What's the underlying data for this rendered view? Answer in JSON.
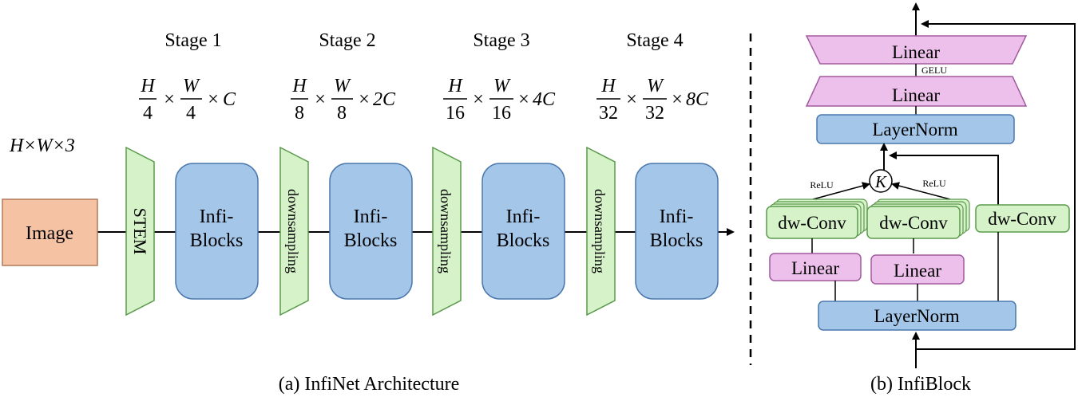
{
  "colors": {
    "image_fill": "#f5c2a4",
    "green_fill": "#d6f2c8",
    "green_stroke": "#5a9a4c",
    "blue_fill": "#a4c6e8",
    "blue_stroke": "#4a78ae",
    "pink_fill": "#ecc0ea",
    "pink_stroke": "#a25aa0"
  },
  "architecture": {
    "input_dims": "H×W×3",
    "image_label": "Image",
    "stem_label": "STEM",
    "stages": [
      {
        "title": "Stage 1",
        "h_den": "4",
        "w_den": "4",
        "channels": "C"
      },
      {
        "title": "Stage 2",
        "h_den": "8",
        "w_den": "8",
        "channels": "2C"
      },
      {
        "title": "Stage 3",
        "h_den": "16",
        "w_den": "16",
        "channels": "4C"
      },
      {
        "title": "Stage 4",
        "h_den": "32",
        "w_den": "32",
        "channels": "8C"
      }
    ],
    "frac_h": "H",
    "frac_w": "W",
    "times": "×",
    "block_line1": "Infi-",
    "block_line2": "Blocks",
    "downsample_label": "downsampling",
    "caption": "(a) InfiNet Architecture"
  },
  "infiblock": {
    "linear_top": "Linear",
    "gelu": "GELU",
    "linear_mid": "Linear",
    "layernorm_top": "LayerNorm",
    "kernel": "K",
    "relu_left": "ReLU",
    "relu_right": "ReLU",
    "dwconv_left": "dw-Conv",
    "dwconv_mid": "dw-Conv",
    "dwconv_right": "dw-Conv",
    "linear_left": "Linear",
    "linear_right": "Linear",
    "layernorm_bottom": "LayerNorm",
    "caption": "(b) InfiBlock"
  }
}
